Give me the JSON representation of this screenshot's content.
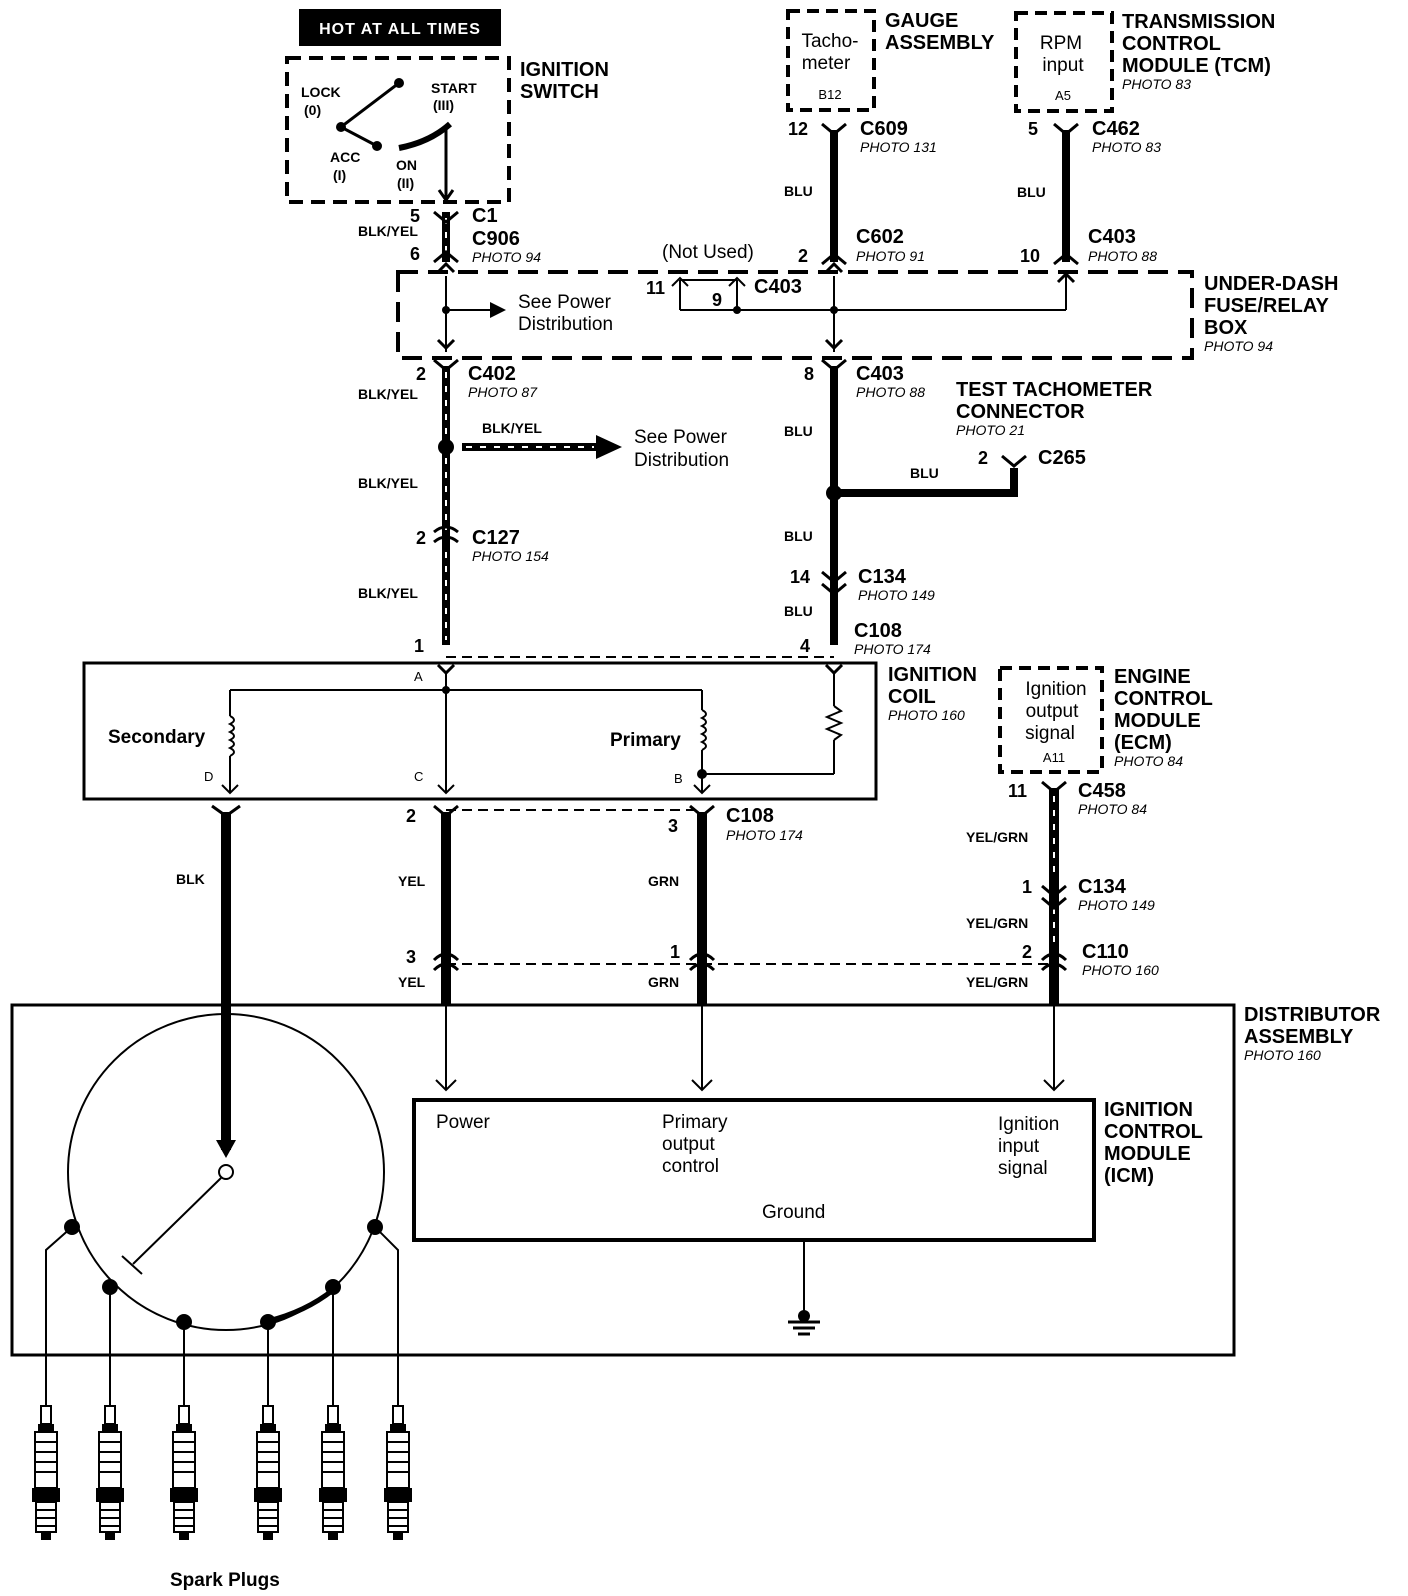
{
  "hot": "HOT AT ALL TIMES",
  "ignition_switch": {
    "title": [
      "IGNITION",
      "SWITCH"
    ],
    "lock": [
      "LOCK",
      "(0)"
    ],
    "start": [
      "START",
      "(III)"
    ],
    "acc": [
      "ACC",
      "(I)"
    ],
    "on": [
      "ON",
      "(II)"
    ]
  },
  "gauge": {
    "inner": [
      "Tacho-",
      "meter"
    ],
    "pin": "B12",
    "title": [
      "GAUGE",
      "ASSEMBLY"
    ]
  },
  "tcm": {
    "inner": [
      "RPM",
      "input"
    ],
    "pin": "A5",
    "title": [
      "TRANSMISSION",
      "CONTROL",
      "MODULE (TCM)"
    ],
    "photo": "PHOTO 83"
  },
  "connectors": {
    "c609": {
      "pin": "12",
      "name": "C609",
      "photo": "PHOTO 131"
    },
    "c462": {
      "pin": "5",
      "name": "C462",
      "photo": "PHOTO 83"
    },
    "c1": {
      "pin_top": "5",
      "pin_bot": "6",
      "name1": "C1",
      "name2": "C906",
      "photo": "PHOTO 94",
      "wire": "BLK/YEL"
    },
    "c602": {
      "pin": "2",
      "name": "C602",
      "photo": "PHOTO 91"
    },
    "c403_top": {
      "pin": "10",
      "name": "C403",
      "photo": "PHOTO 88"
    },
    "c403_inner": {
      "pin11": "11",
      "pin9": "9",
      "name": "C403",
      "not_used": "(Not Used)"
    },
    "c402": {
      "pin": "2",
      "name": "C402",
      "photo": "PHOTO 87"
    },
    "c403_mid": {
      "pin": "8",
      "name": "C403",
      "photo": "PHOTO 88"
    },
    "c265": {
      "pin": "2",
      "name": "C265"
    },
    "c127": {
      "pin": "2",
      "name": "C127",
      "photo": "PHOTO 154"
    },
    "c134_upper": {
      "pin": "14",
      "name": "C134",
      "photo": "PHOTO 149"
    },
    "c108_upper": {
      "pin1": "1",
      "pin4": "4",
      "name": "C108",
      "photo": "PHOTO 174"
    },
    "c458": {
      "pin": "11",
      "name": "C458",
      "photo": "PHOTO 84"
    },
    "c108_lower": {
      "pin2": "2",
      "pin3": "3",
      "name": "C108",
      "photo": "PHOTO 174"
    },
    "c134_lower": {
      "pin": "1",
      "name": "C134",
      "photo": "PHOTO 149"
    },
    "c110": {
      "pin3": "3",
      "pin1": "1",
      "pin2": "2",
      "name": "C110",
      "photo": "PHOTO 160"
    }
  },
  "fuse_box": {
    "title": [
      "UNDER-DASH",
      "FUSE/RELAY",
      "BOX"
    ],
    "photo": "PHOTO 94"
  },
  "see_power": [
    "See Power",
    "Distribution"
  ],
  "test_tach": {
    "title": [
      "TEST TACHOMETER",
      "CONNECTOR"
    ],
    "photo": "PHOTO 21"
  },
  "wires": {
    "blk_yel": "BLK/YEL",
    "blu": "BLU",
    "blk": "BLK",
    "yel": "YEL",
    "grn": "GRN",
    "yel_grn": "YEL/GRN"
  },
  "coil": {
    "title": [
      "IGNITION",
      "COIL"
    ],
    "photo": "PHOTO 160",
    "secondary": "Secondary",
    "primary": "Primary",
    "pin_a": "A",
    "pin_b": "B",
    "pin_c": "C",
    "pin_d": "D"
  },
  "ecm": {
    "inner": [
      "Ignition",
      "output",
      "signal"
    ],
    "pin": "A11",
    "title": [
      "ENGINE",
      "CONTROL",
      "MODULE",
      "(ECM)"
    ],
    "photo": "PHOTO 84"
  },
  "distributor": {
    "title": [
      "DISTRIBUTOR",
      "ASSEMBLY"
    ],
    "photo": "PHOTO 160"
  },
  "icm": {
    "title": [
      "IGNITION",
      "CONTROL",
      "MODULE",
      "(ICM)"
    ],
    "power": "Power",
    "primary_output": [
      "Primary",
      "output",
      "control"
    ],
    "ignition_input": [
      "Ignition",
      "input",
      "signal"
    ],
    "ground": "Ground"
  },
  "spark_plugs": "Spark Plugs"
}
